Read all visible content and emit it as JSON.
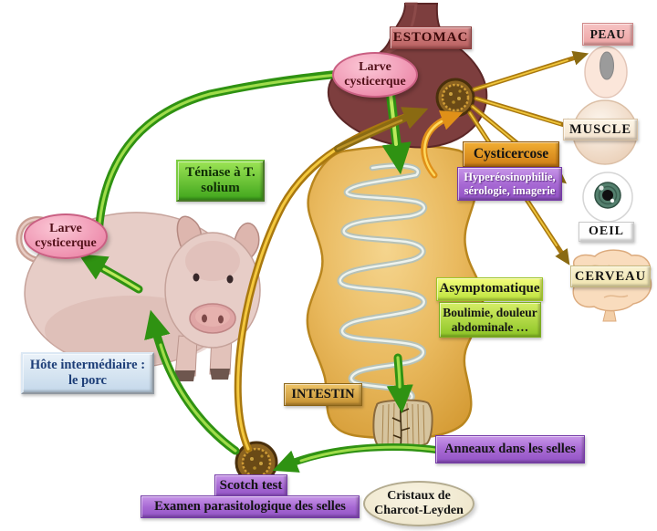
{
  "diagram": {
    "palette": {
      "green_arrow": "#2f9212",
      "gold_arrow": "#a9780f",
      "olive_arrow": "#8a6a12",
      "orange_arrow": "#e09018",
      "purple_box": "#a86ad4",
      "green_box": "#55bb22",
      "pink_ellipse": "#ee8fae",
      "orange_box": "#e09020",
      "blue_box": "#d4e2f0",
      "tan_box": "#d9a843",
      "stomach": "#7d3e3e",
      "intestine": "#e9b95e"
    },
    "illustrations": [
      "stomach",
      "taenia-egg-on-stomach",
      "intestine-with-adult-tapeworm",
      "pig",
      "skin-section",
      "muscle-section",
      "eye",
      "brain",
      "proglottid-segment",
      "taenia-egg-in-stool"
    ],
    "organ_labels": {
      "stomach": "ESTOMAC",
      "skin": "PEAU",
      "muscle": "MUSCLE",
      "eye": "OEIL",
      "brain": "CERVEAU",
      "intestine": "INTESTIN"
    },
    "nodes": {
      "larva_stomach": {
        "line1": "Larve",
        "line2": "cysticerque"
      },
      "larva_pig": {
        "line1": "Larve",
        "line2": "cysticerque"
      },
      "disease": {
        "line1": "Téniase à T.",
        "line2": "solium"
      },
      "cysticercose": "Cysticercose",
      "cysticercose_signs": {
        "line1": "Hyperéosinophilie,",
        "line2": "sérologie, imagerie"
      },
      "asymptomatic": "Asymptomatique",
      "symptoms": {
        "line1": "Boulimie, douleur",
        "line2": "abdominale …"
      },
      "host": {
        "line1": "Hôte intermédiaire :",
        "line2": "le porc"
      },
      "rings": "Anneaux dans les selles",
      "scotch_test": "Scotch test",
      "stool_exam": "Examen parasitologique des selles",
      "crystals": {
        "line1": "Cristaux de",
        "line2": "Charcot-Leyden"
      }
    }
  }
}
